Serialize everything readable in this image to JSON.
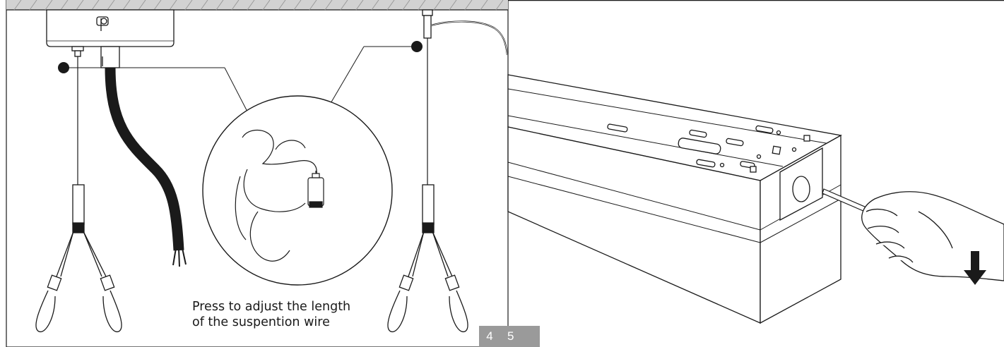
{
  "caption": {
    "line1": "Press to adjust the length",
    "line2": "of the suspention wire"
  },
  "pages": {
    "left": "4",
    "right": "5"
  },
  "colors": {
    "ceiling": "#cfcfcf",
    "line": "#1a1a1a",
    "page_badge": "#9a9a9a"
  },
  "icons": {
    "arrow": "down-arrow-icon"
  }
}
